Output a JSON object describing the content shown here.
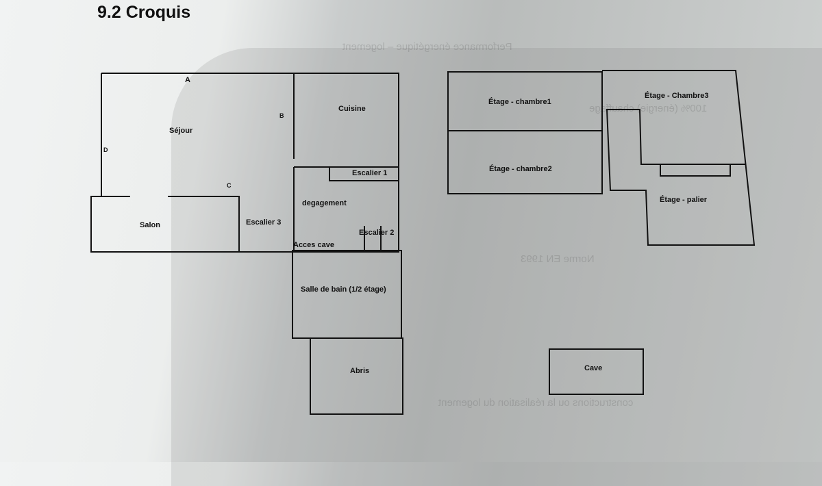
{
  "page": {
    "title": "9.2 Croquis"
  },
  "ground_floor": {
    "points": {
      "a": "A",
      "b": "B",
      "c": "C",
      "d": "D"
    },
    "rooms": {
      "sejour": "Séjour",
      "cuisine": "Cuisine",
      "escalier1": "Escalier 1",
      "degagement": "degagement",
      "salon": "Salon",
      "escalier3": "Escalier 3",
      "escalier2": "Escalier 2",
      "acces_cave": "Acces cave",
      "salle_de_bain": "Salle de bain (1/2 étage)",
      "abris": "Abris"
    }
  },
  "upper_floor": {
    "rooms": {
      "chambre1": "Étage - chambre1",
      "chambre2": "Étage - chambre2",
      "chambre3": "Étage - Chambre3",
      "palier": "Étage - palier"
    }
  },
  "basement": {
    "rooms": {
      "cave": "Cave"
    }
  }
}
